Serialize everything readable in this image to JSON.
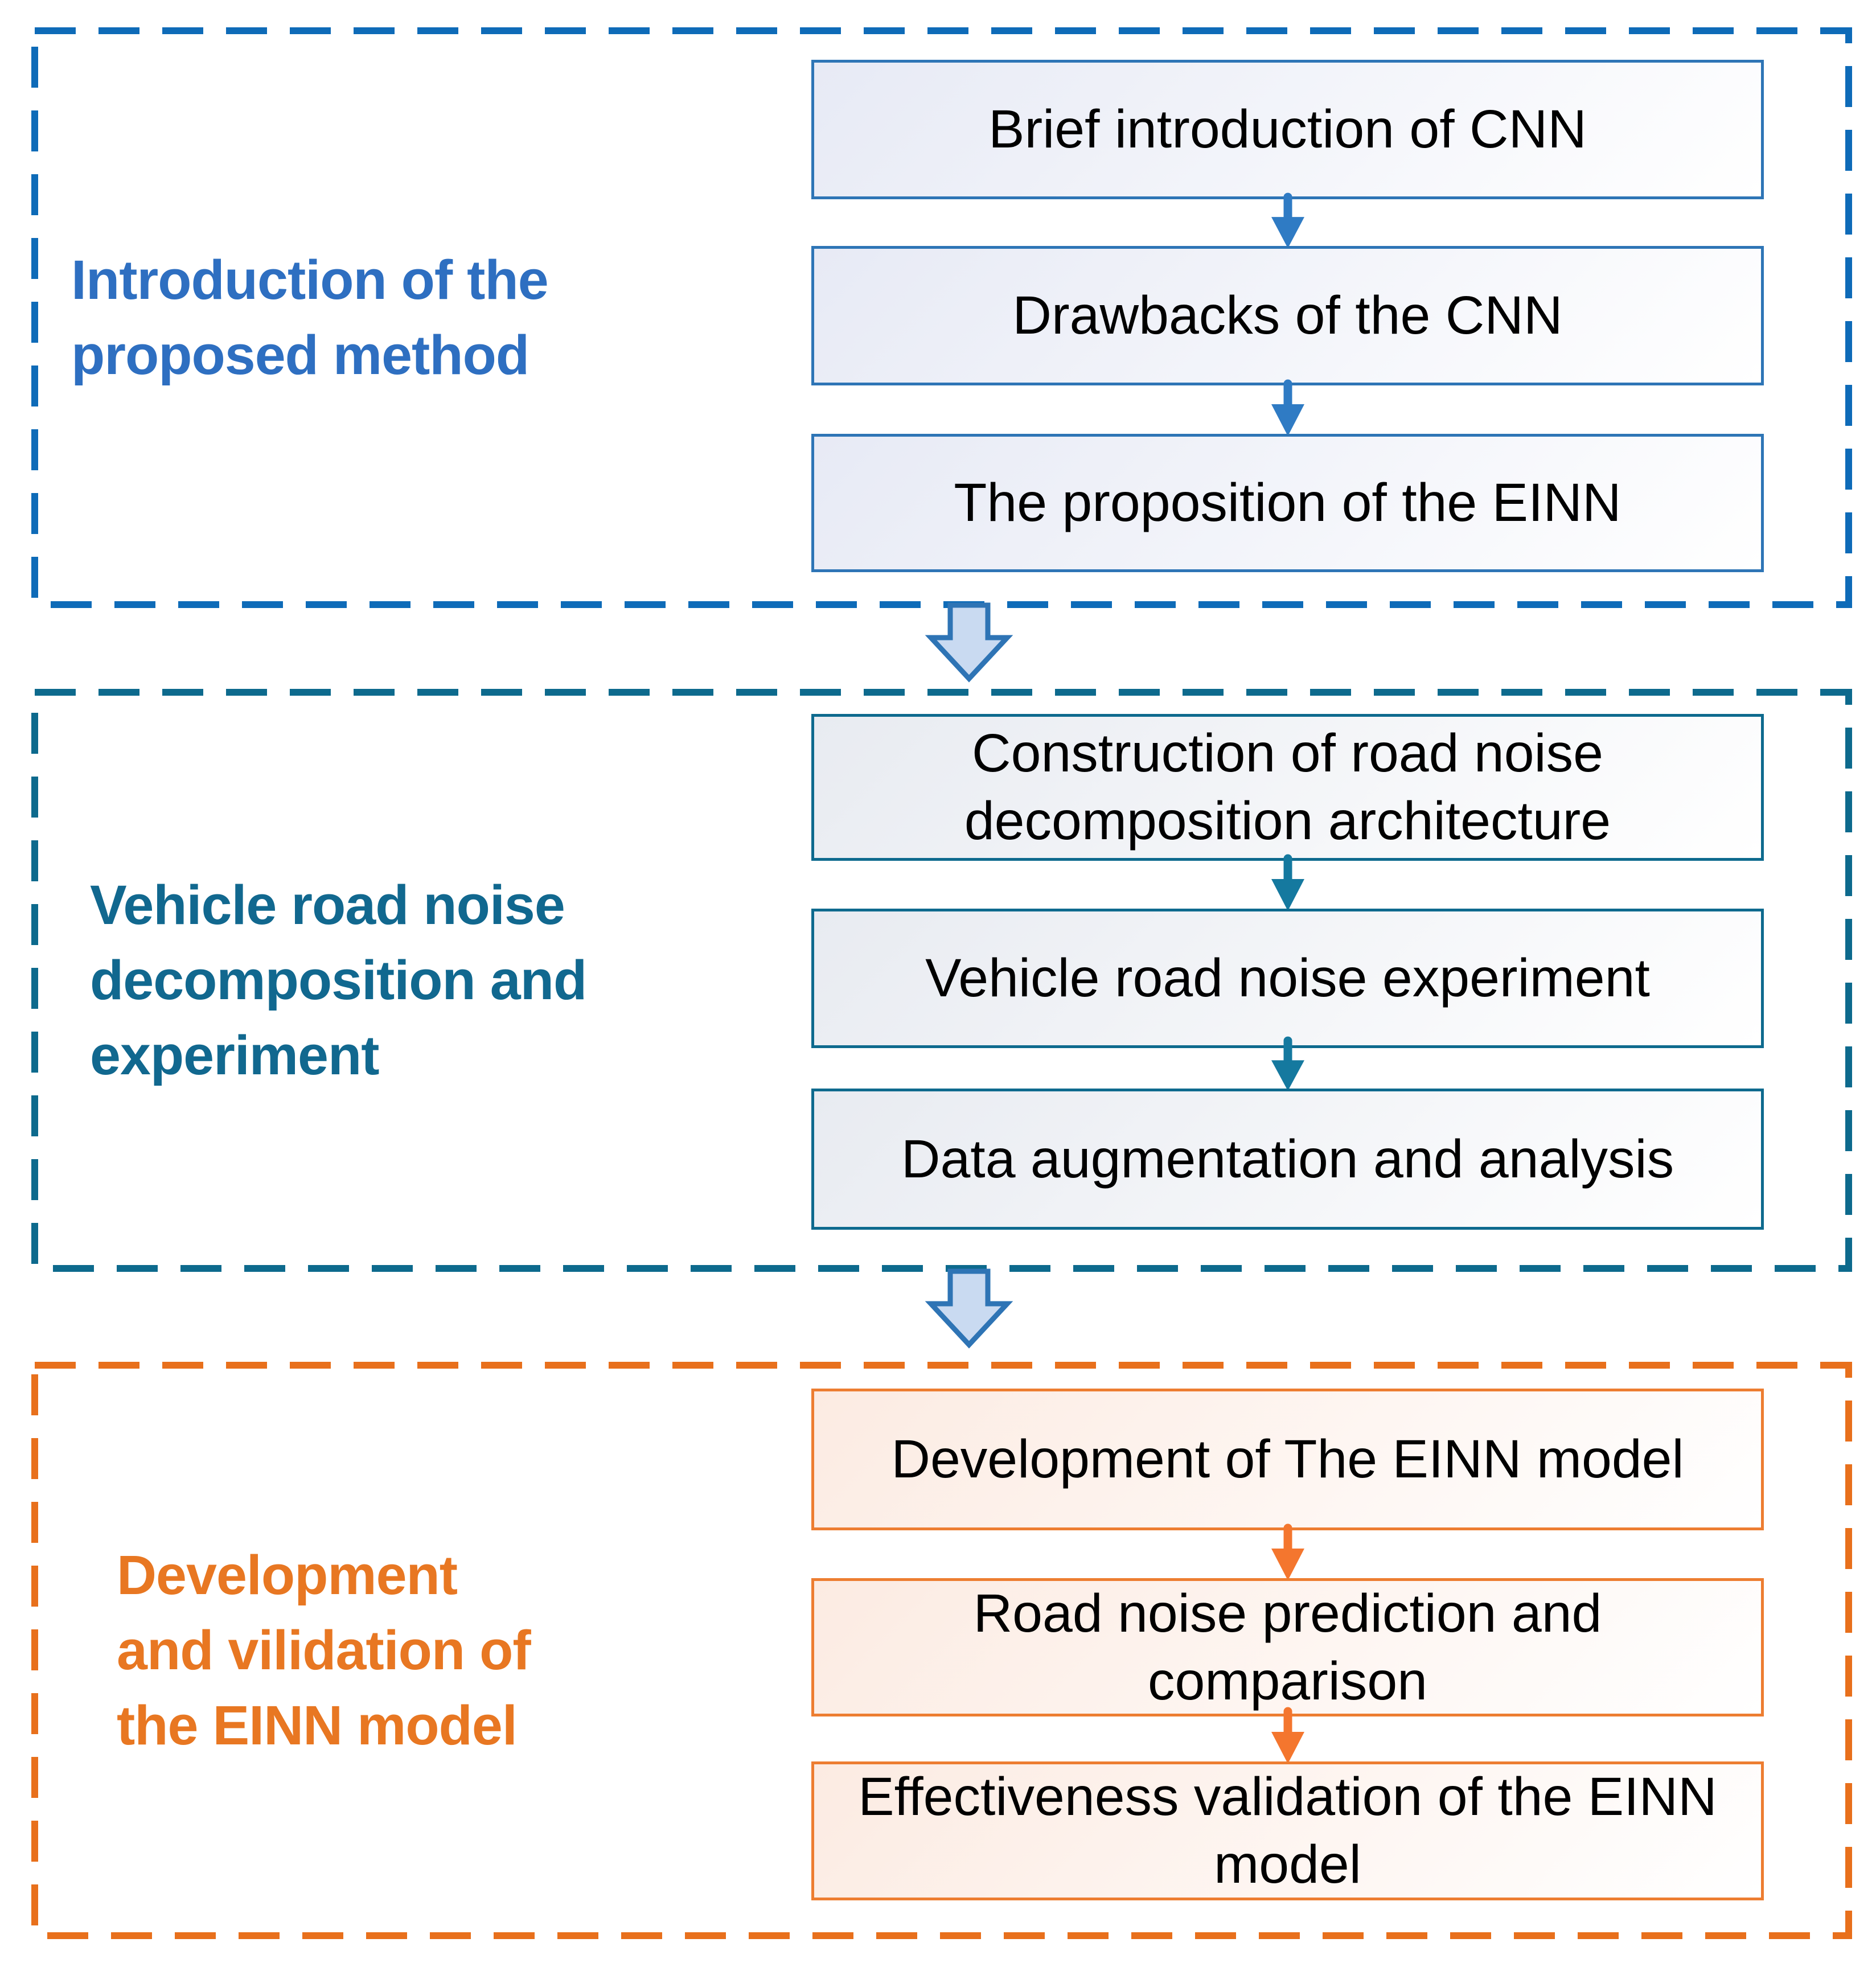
{
  "colors": {
    "background": "#ffffff",
    "box_text": "#000000",
    "s1_accent": "#0e6bb8",
    "s1_label": "#2e6fc1",
    "s1_box_border": "#2e75b6",
    "s1_box_fill": "#e7eaf5",
    "s1_arrow": "#2f7bc4",
    "s2_accent": "#0d6a8d",
    "s2_label": "#11688f",
    "s2_box_border": "#0e6a8e",
    "s2_box_fill": "#e8ebf1",
    "s2_arrow": "#15799f",
    "s3_accent": "#e8701c",
    "s3_label": "#e87722",
    "s3_box_border": "#ed7d31",
    "s3_box_fill": "#fcebe2",
    "s3_arrow": "#f4762e",
    "block_arrow_fill": "#c9daf1",
    "block_arrow_stroke": "#2e74b5"
  },
  "sections": [
    {
      "label_lines": [
        "Introduction of the",
        "proposed method"
      ],
      "boxes": [
        "Brief introduction of CNN",
        "Drawbacks of the CNN",
        "The proposition of the EINN"
      ]
    },
    {
      "label_lines": [
        "Vehicle road noise",
        "decomposition and",
        "experiment"
      ],
      "boxes": [
        "Construction of road noise decomposition architecture",
        "Vehicle road noise experiment",
        "Data augmentation and analysis"
      ]
    },
    {
      "label_lines": [
        "Development",
        "and vilidation of",
        "the EINN model"
      ],
      "boxes": [
        "Development of The EINN model",
        "Road noise prediction and comparison",
        "Effectiveness validation of the EINN model"
      ]
    }
  ]
}
